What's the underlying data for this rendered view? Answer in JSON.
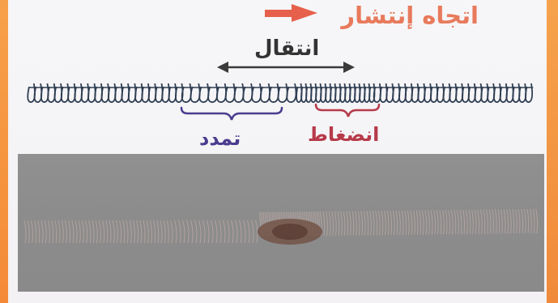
{
  "labels": {
    "propagation": "اتجاه إنتشار",
    "displacement": "انتقال",
    "compression": "انضغاط",
    "rarefaction": "تمدد"
  },
  "colors": {
    "propagation_arrow": "#e6604c",
    "propagation_text": "#e87a5c",
    "compression": "#b73a4a",
    "rarefaction": "#4b3c8e",
    "spring": "#2f3e52",
    "photo_background": "#8c8c8c"
  },
  "icons": {
    "propagation_arrow": "right-arrow-icon",
    "displacement_arrow": "double-arrow-icon"
  }
}
